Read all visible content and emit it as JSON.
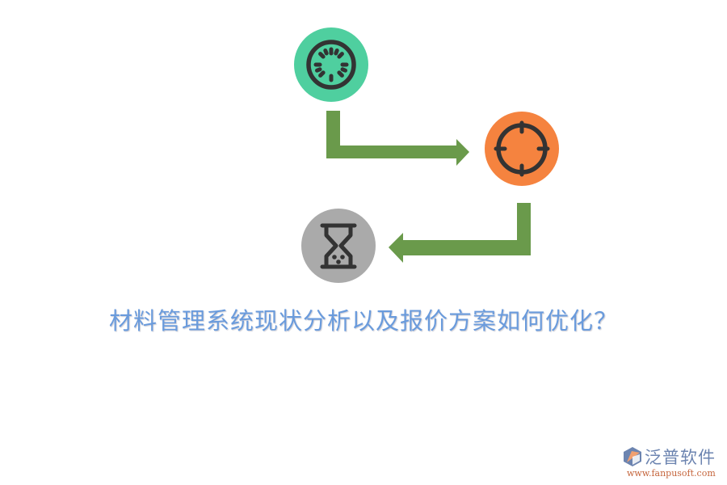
{
  "colors": {
    "node_start": "#4fcf9f",
    "node_target": "#f5833f",
    "node_wait": "#aaaaaa",
    "icon_stroke": "#333333",
    "arrow": "#6a9a4b",
    "title": "#6a9bdc",
    "logo_text": "#6c84b0",
    "logo_url": "#c5653c"
  },
  "diagram": {
    "nodes": [
      {
        "id": "start",
        "icon": "loading-spinner-icon",
        "color": "#4fcf9f"
      },
      {
        "id": "target",
        "icon": "crosshair-target-icon",
        "color": "#f5833f"
      },
      {
        "id": "wait",
        "icon": "hourglass-icon",
        "color": "#aaaaaa"
      }
    ],
    "edges": [
      {
        "from": "start",
        "to": "target",
        "shape": "elbow-down-right"
      },
      {
        "from": "target",
        "to": "wait",
        "shape": "elbow-down-left"
      }
    ]
  },
  "title": "材料管理系统现状分析以及报价方案如何优化？",
  "logo": {
    "name": "泛普软件",
    "url": "www.fanpusoft.com"
  }
}
